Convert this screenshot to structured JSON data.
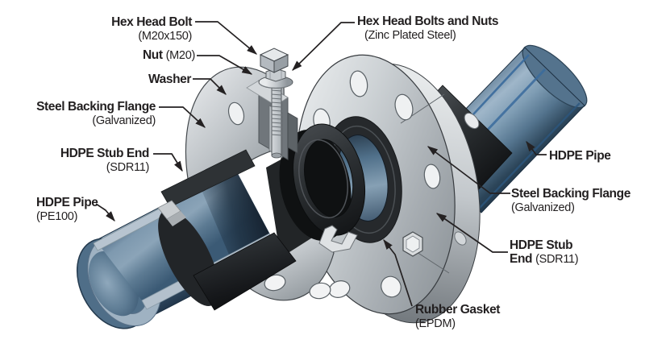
{
  "diagram": {
    "colors": {
      "background": "#ffffff",
      "text": "#221f20",
      "leader_line": "#242122",
      "steel_light": "#eef0f2",
      "steel_mid": "#aab0b5",
      "steel_dark": "#6e7478",
      "hdpe_black": "#2a2d30",
      "gasket_dark": "#1a1c1e",
      "pipe_blue": "#5f7e99",
      "pipe_blue_light": "#9fb6c9",
      "pipe_stripe_blue": "#3a6b9d"
    },
    "labels": {
      "hex_head_bolt": {
        "line1_bold": "Hex Head Bolt",
        "line2_reg": "(M20x150)"
      },
      "nut": {
        "line1_bold": "Nut",
        "line1_reg": "(M20)"
      },
      "washer": {
        "line1_bold": "Washer"
      },
      "steel_backing_flange_left": {
        "line1_bold": "Steel Backing Flange",
        "line2_reg": "(Galvanized)"
      },
      "hdpe_stub_end_left": {
        "line1_bold": "HDPE Stub End",
        "line2_reg": "(SDR11)"
      },
      "hdpe_pipe_left": {
        "line1_bold": "HDPE Pipe",
        "line2_reg": "(PE100)"
      },
      "hex_head_bolts_and_nuts": {
        "line1_bold": "Hex Head Bolts and Nuts",
        "line2_reg": "(Zinc Plated Steel)"
      },
      "hdpe_pipe_right": {
        "line1_bold": "HDPE Pipe"
      },
      "steel_backing_flange_right": {
        "line1_bold": "Steel Backing Flange",
        "line2_reg": "(Galvanized)"
      },
      "hdpe_stub_end_right": {
        "line1_bold": "HDPE Stub",
        "line2_bold": "End",
        "line2_reg": "(SDR11)"
      },
      "rubber_gasket": {
        "line1_bold": "Rubber Gasket",
        "line2_reg": "(EPDM)"
      }
    }
  }
}
